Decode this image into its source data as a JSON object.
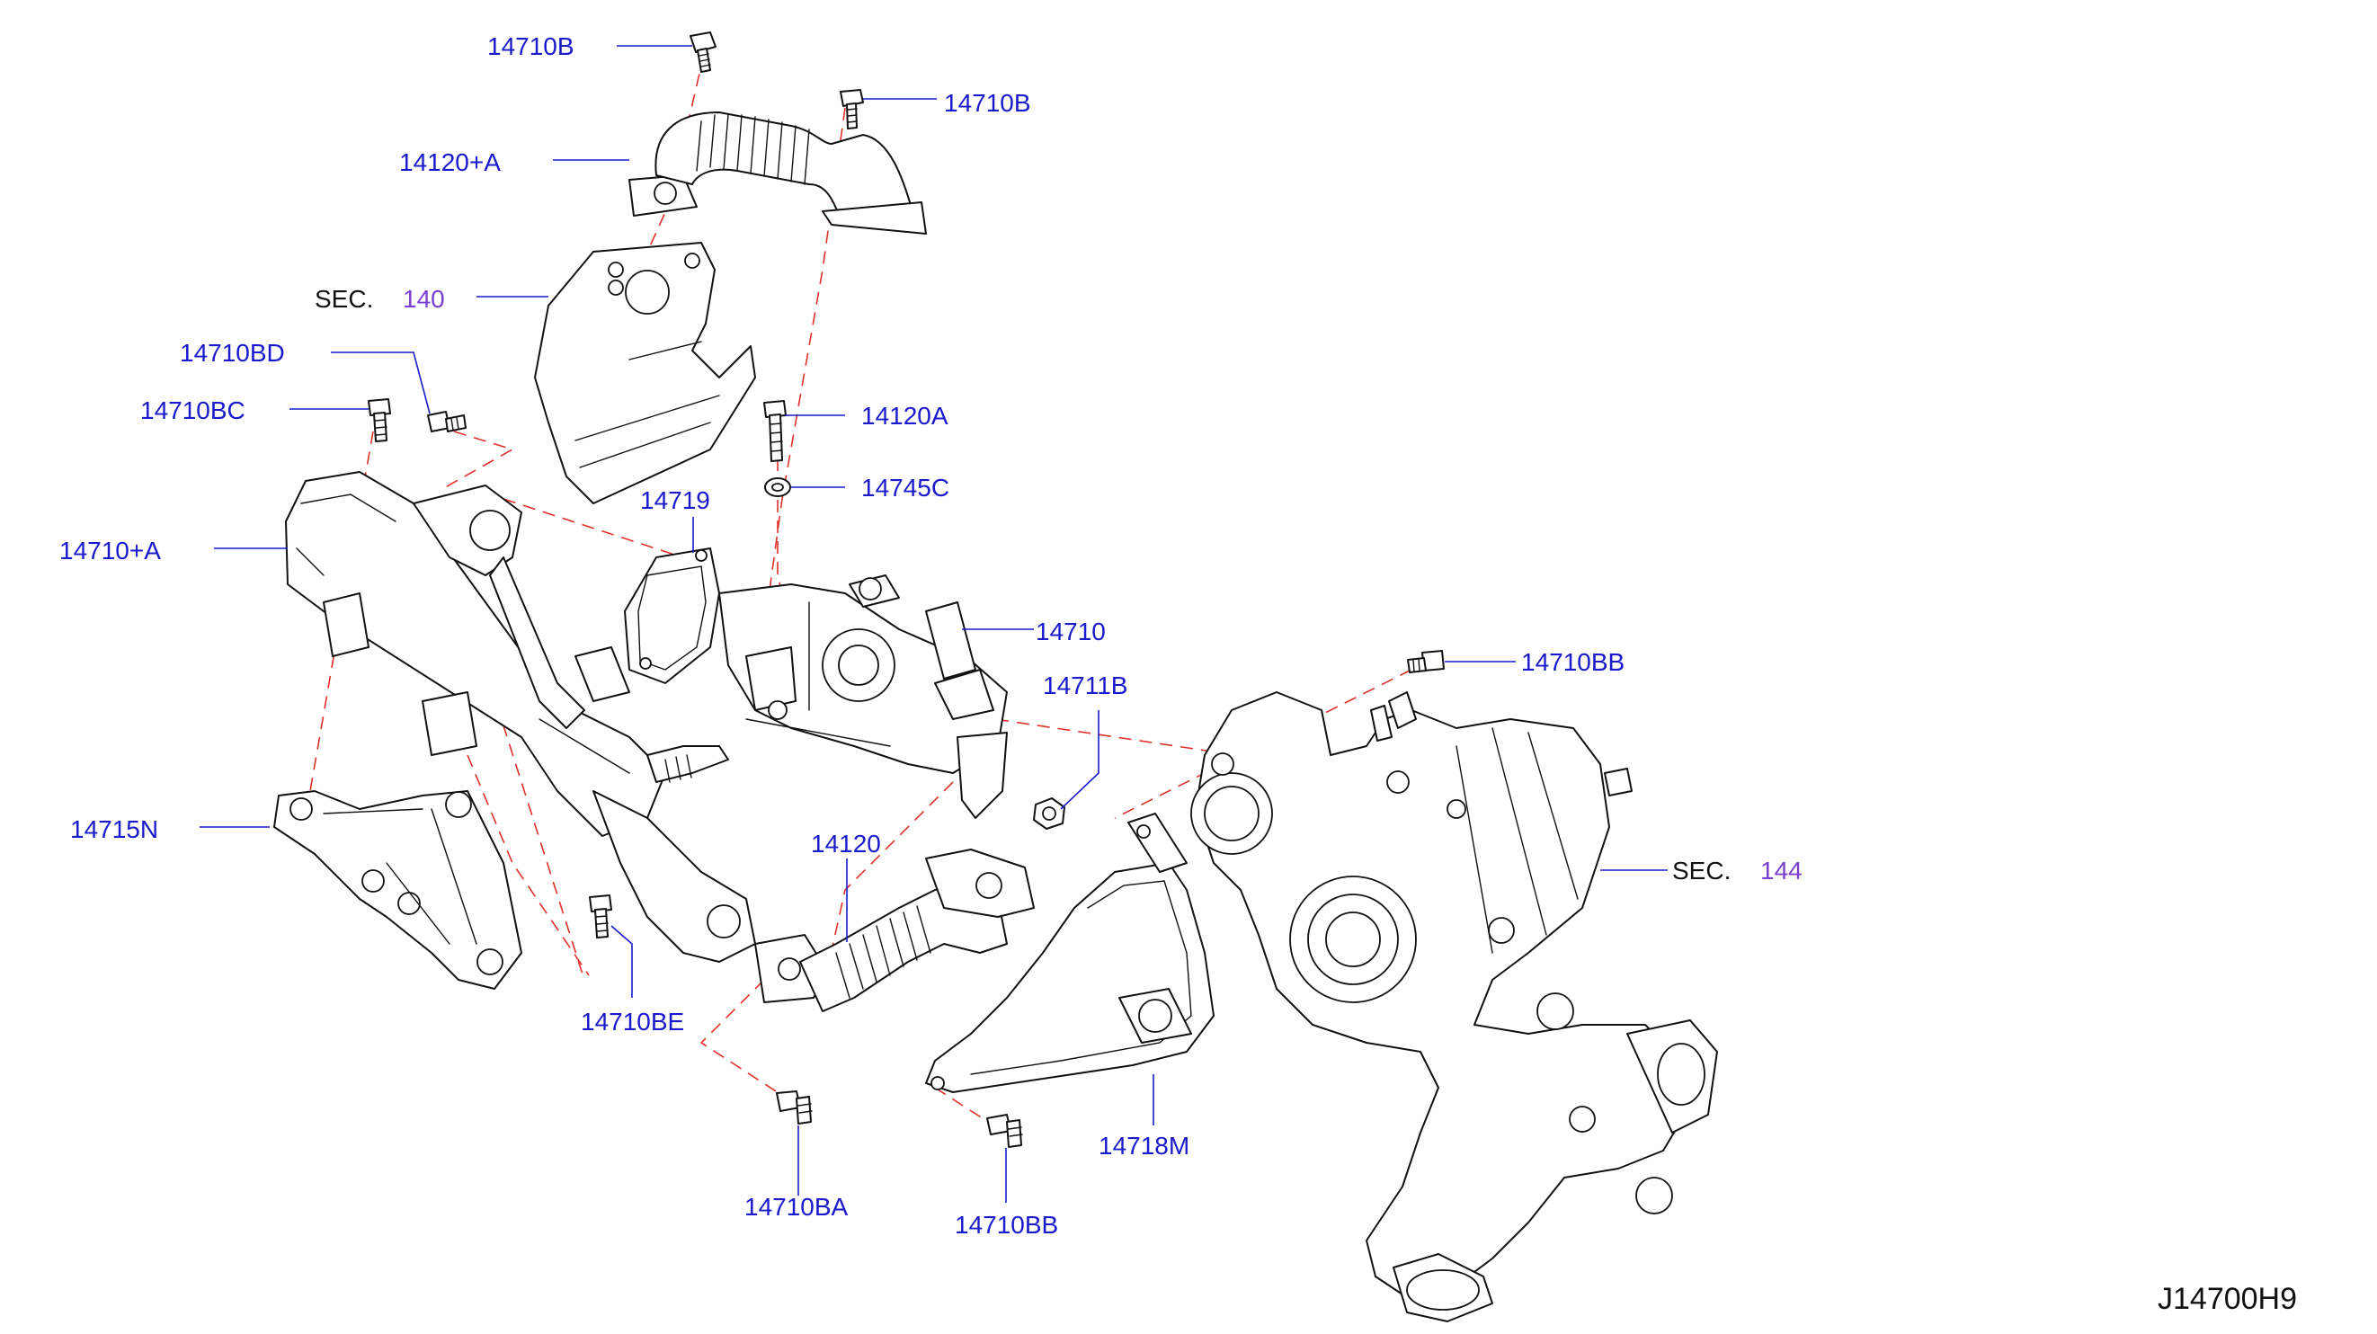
{
  "diagram": {
    "code": "J14700H9",
    "sections": [
      {
        "id": "sec140",
        "prefix": "SEC.",
        "number": "140"
      },
      {
        "id": "sec144",
        "prefix": "SEC.",
        "number": "144"
      }
    ],
    "labels": {
      "bolt_top_left": "14710B",
      "bolt_top_right": "14710B",
      "hose_upper": "14120+A",
      "bolt_bd": "14710BD",
      "bolt_bc": "14710BC",
      "bolt_14120a": "14120A",
      "washer": "14745C",
      "gasket": "14719",
      "cooler": "14710+A",
      "valve": "14710",
      "nut": "14711B",
      "bolt_bb_right": "14710BB",
      "bracket": "14715N",
      "hose_lower": "14120",
      "bolt_be": "14710BE",
      "bolt_ba": "14710BA",
      "bolt_bb_bottom": "14710BB",
      "heat_shield": "14718M"
    }
  }
}
